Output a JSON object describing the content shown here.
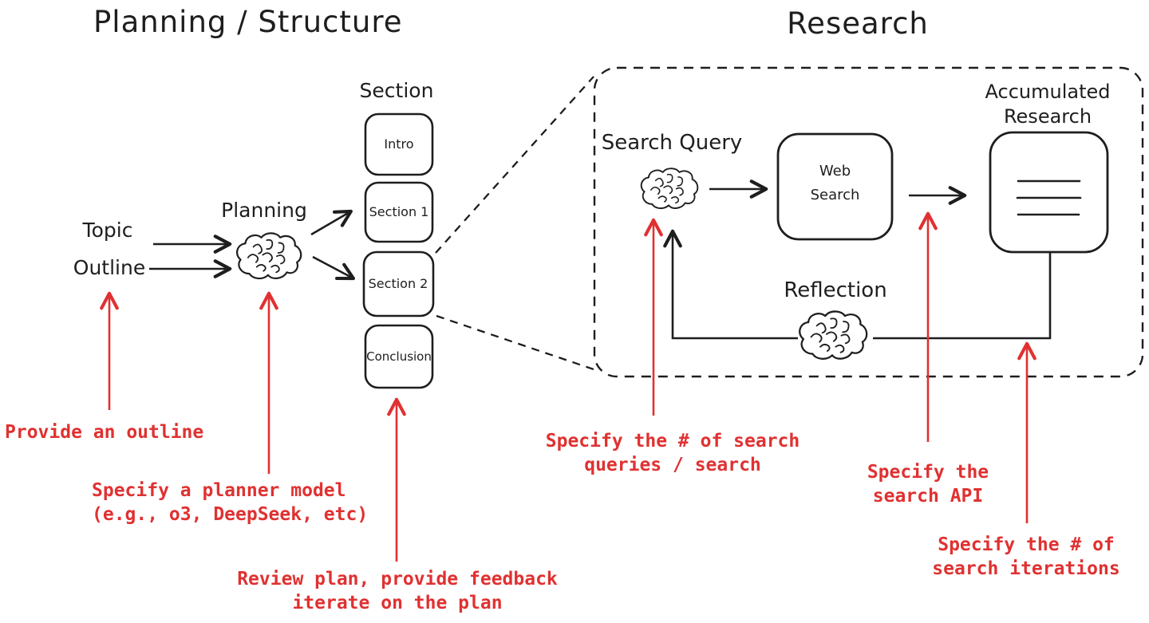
{
  "colors": {
    "ink": "#1e1e1e",
    "annotation_red": "#e03131",
    "background": "#ffffff"
  },
  "planning": {
    "title": "Planning / Structure",
    "inputs": {
      "topic": "Topic",
      "outline": "Outline"
    },
    "planner_label": "Planning",
    "planner_icon": "brain-icon",
    "section_header": "Section",
    "section_boxes": [
      {
        "label": "Intro"
      },
      {
        "label": "Section 1"
      },
      {
        "label": "Section 2"
      },
      {
        "label": "Conclusion"
      }
    ]
  },
  "research": {
    "title": "Research",
    "search_query_label": "Search Query",
    "search_query_icon": "brain-icon",
    "web_search_box": {
      "line1": "Web",
      "line2": "Search"
    },
    "accumulated_label": {
      "line1": "Accumulated",
      "line2": "Research"
    },
    "accumulated_icon": "document-lines-icon",
    "reflection_label": "Reflection",
    "reflection_icon": "brain-icon"
  },
  "annotations": {
    "provide_outline": {
      "line1": "Provide an outline"
    },
    "planner_model": {
      "line1": "Specify a planner model",
      "line2": "(e.g., o3, DeepSeek, etc)"
    },
    "review_plan": {
      "line1": "Review plan, provide feedback",
      "line2": "iterate on the plan"
    },
    "search_queries": {
      "line1": "Specify the # of search",
      "line2": "queries / search"
    },
    "search_api": {
      "line1": "Specify the",
      "line2": "search API"
    },
    "search_iterations": {
      "line1": "Specify the # of",
      "line2": "search iterations"
    }
  }
}
